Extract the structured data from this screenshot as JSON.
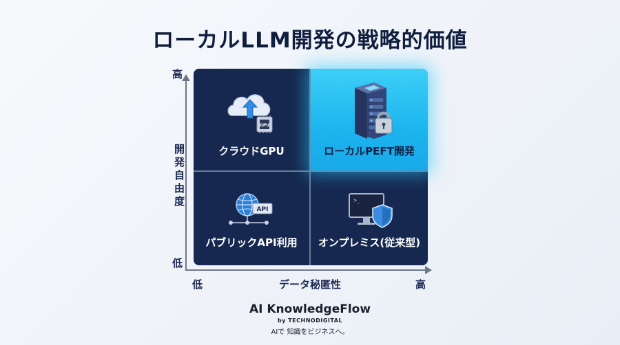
{
  "title": "ローカルLLM開発の戦略的価値",
  "y_axis": {
    "label": "開発自由度",
    "high": "高",
    "low": "低"
  },
  "x_axis": {
    "label": "データ秘匿性",
    "high": "高",
    "low": "低"
  },
  "quadrants": {
    "top_left": {
      "label": "クラウドGPU",
      "icon": "cloud-upload-gpu-icon",
      "chip_text": "GPU"
    },
    "top_right": {
      "label": "ローカルPEFT開発",
      "icon": "server-lock-icon",
      "highlight_color": "#2ec4f4"
    },
    "bottom_left": {
      "label": "パブリックAPI利用",
      "icon": "globe-api-icon",
      "chip_text": "API"
    },
    "bottom_right": {
      "label": "オンプレミス(従来型)",
      "icon": "monitor-shield-icon",
      "prompt_text": ">_"
    }
  },
  "brand": {
    "name": "AI KnowledgeFlow",
    "by": "by TECHNODIGITAL",
    "tagline": "AIで 知識をビジネスへ。"
  },
  "colors": {
    "cell_dark": "#16284f",
    "cell_highlight": "#2ec4f4",
    "title": "#101e3e",
    "axis": "#6d7689"
  }
}
